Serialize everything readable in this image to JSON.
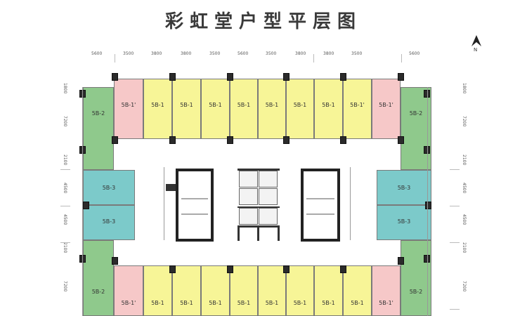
{
  "title": "彩虹堂户型平层图",
  "compass": {
    "icon": "north-arrow-icon",
    "label": "N"
  },
  "dimensions": {
    "top": [
      "5600",
      "3500",
      "3800",
      "3800",
      "3500",
      "5600",
      "3500",
      "3800",
      "3800",
      "3500",
      "5600"
    ],
    "left": [
      "1800",
      "7200",
      "2100",
      "4500",
      "4500",
      "2100",
      "7200"
    ],
    "right": [
      "1800",
      "7200",
      "2100",
      "4500",
      "4500",
      "2100",
      "7200"
    ]
  },
  "colors": {
    "unit_5B1": "#f7f597",
    "unit_5B1p": "#f6c8c8",
    "unit_5B2": "#8fc98c",
    "unit_5B3": "#7ccaca"
  },
  "units": {
    "top_row": [
      "5B-1'",
      "5B-1",
      "5B-1",
      "5B-1",
      "5B-1",
      "5B-1",
      "5B-1",
      "5B-1",
      "5B-1'"
    ],
    "bottom_row": [
      "5B-1'",
      "5B-1",
      "5B-1",
      "5B-1",
      "5B-1",
      "5B-1",
      "5B-1",
      "5B-1",
      "5B-1'"
    ],
    "corner_left_top": "5B-2",
    "corner_right_top": "5B-2",
    "corner_left_bottom": "5B-2",
    "corner_right_bottom": "5B-2",
    "side_left": [
      "5B-3",
      "5B-3"
    ],
    "side_right": [
      "5B-3",
      "5B-3"
    ]
  }
}
